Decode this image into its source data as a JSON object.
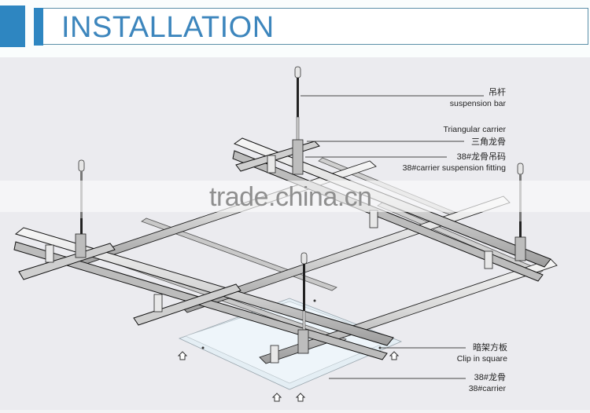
{
  "header": {
    "title": "INSTALLATION",
    "accent_color": "#2e86c1",
    "title_color": "#3d86bd"
  },
  "diagram": {
    "background_color": "#ebebef",
    "labels": [
      {
        "zh": "吊杆",
        "en": "suspension bar"
      },
      {
        "en": "Triangular carrier",
        "zh": "三角龙骨"
      },
      {
        "zh": "38#龙骨吊码",
        "en": "38#carrier suspension fitting"
      },
      {
        "zh": "暗架方板",
        "en": "Clip in square"
      },
      {
        "zh": "38#龙骨",
        "en": "38#carrier"
      }
    ],
    "components": [
      "suspension-rod",
      "triangular-carrier",
      "carrier-suspension-fitting",
      "clip-in-square-panel",
      "38-carrier",
      "up-arrow-marker"
    ]
  },
  "watermark": {
    "text": "trade.china.cn"
  }
}
